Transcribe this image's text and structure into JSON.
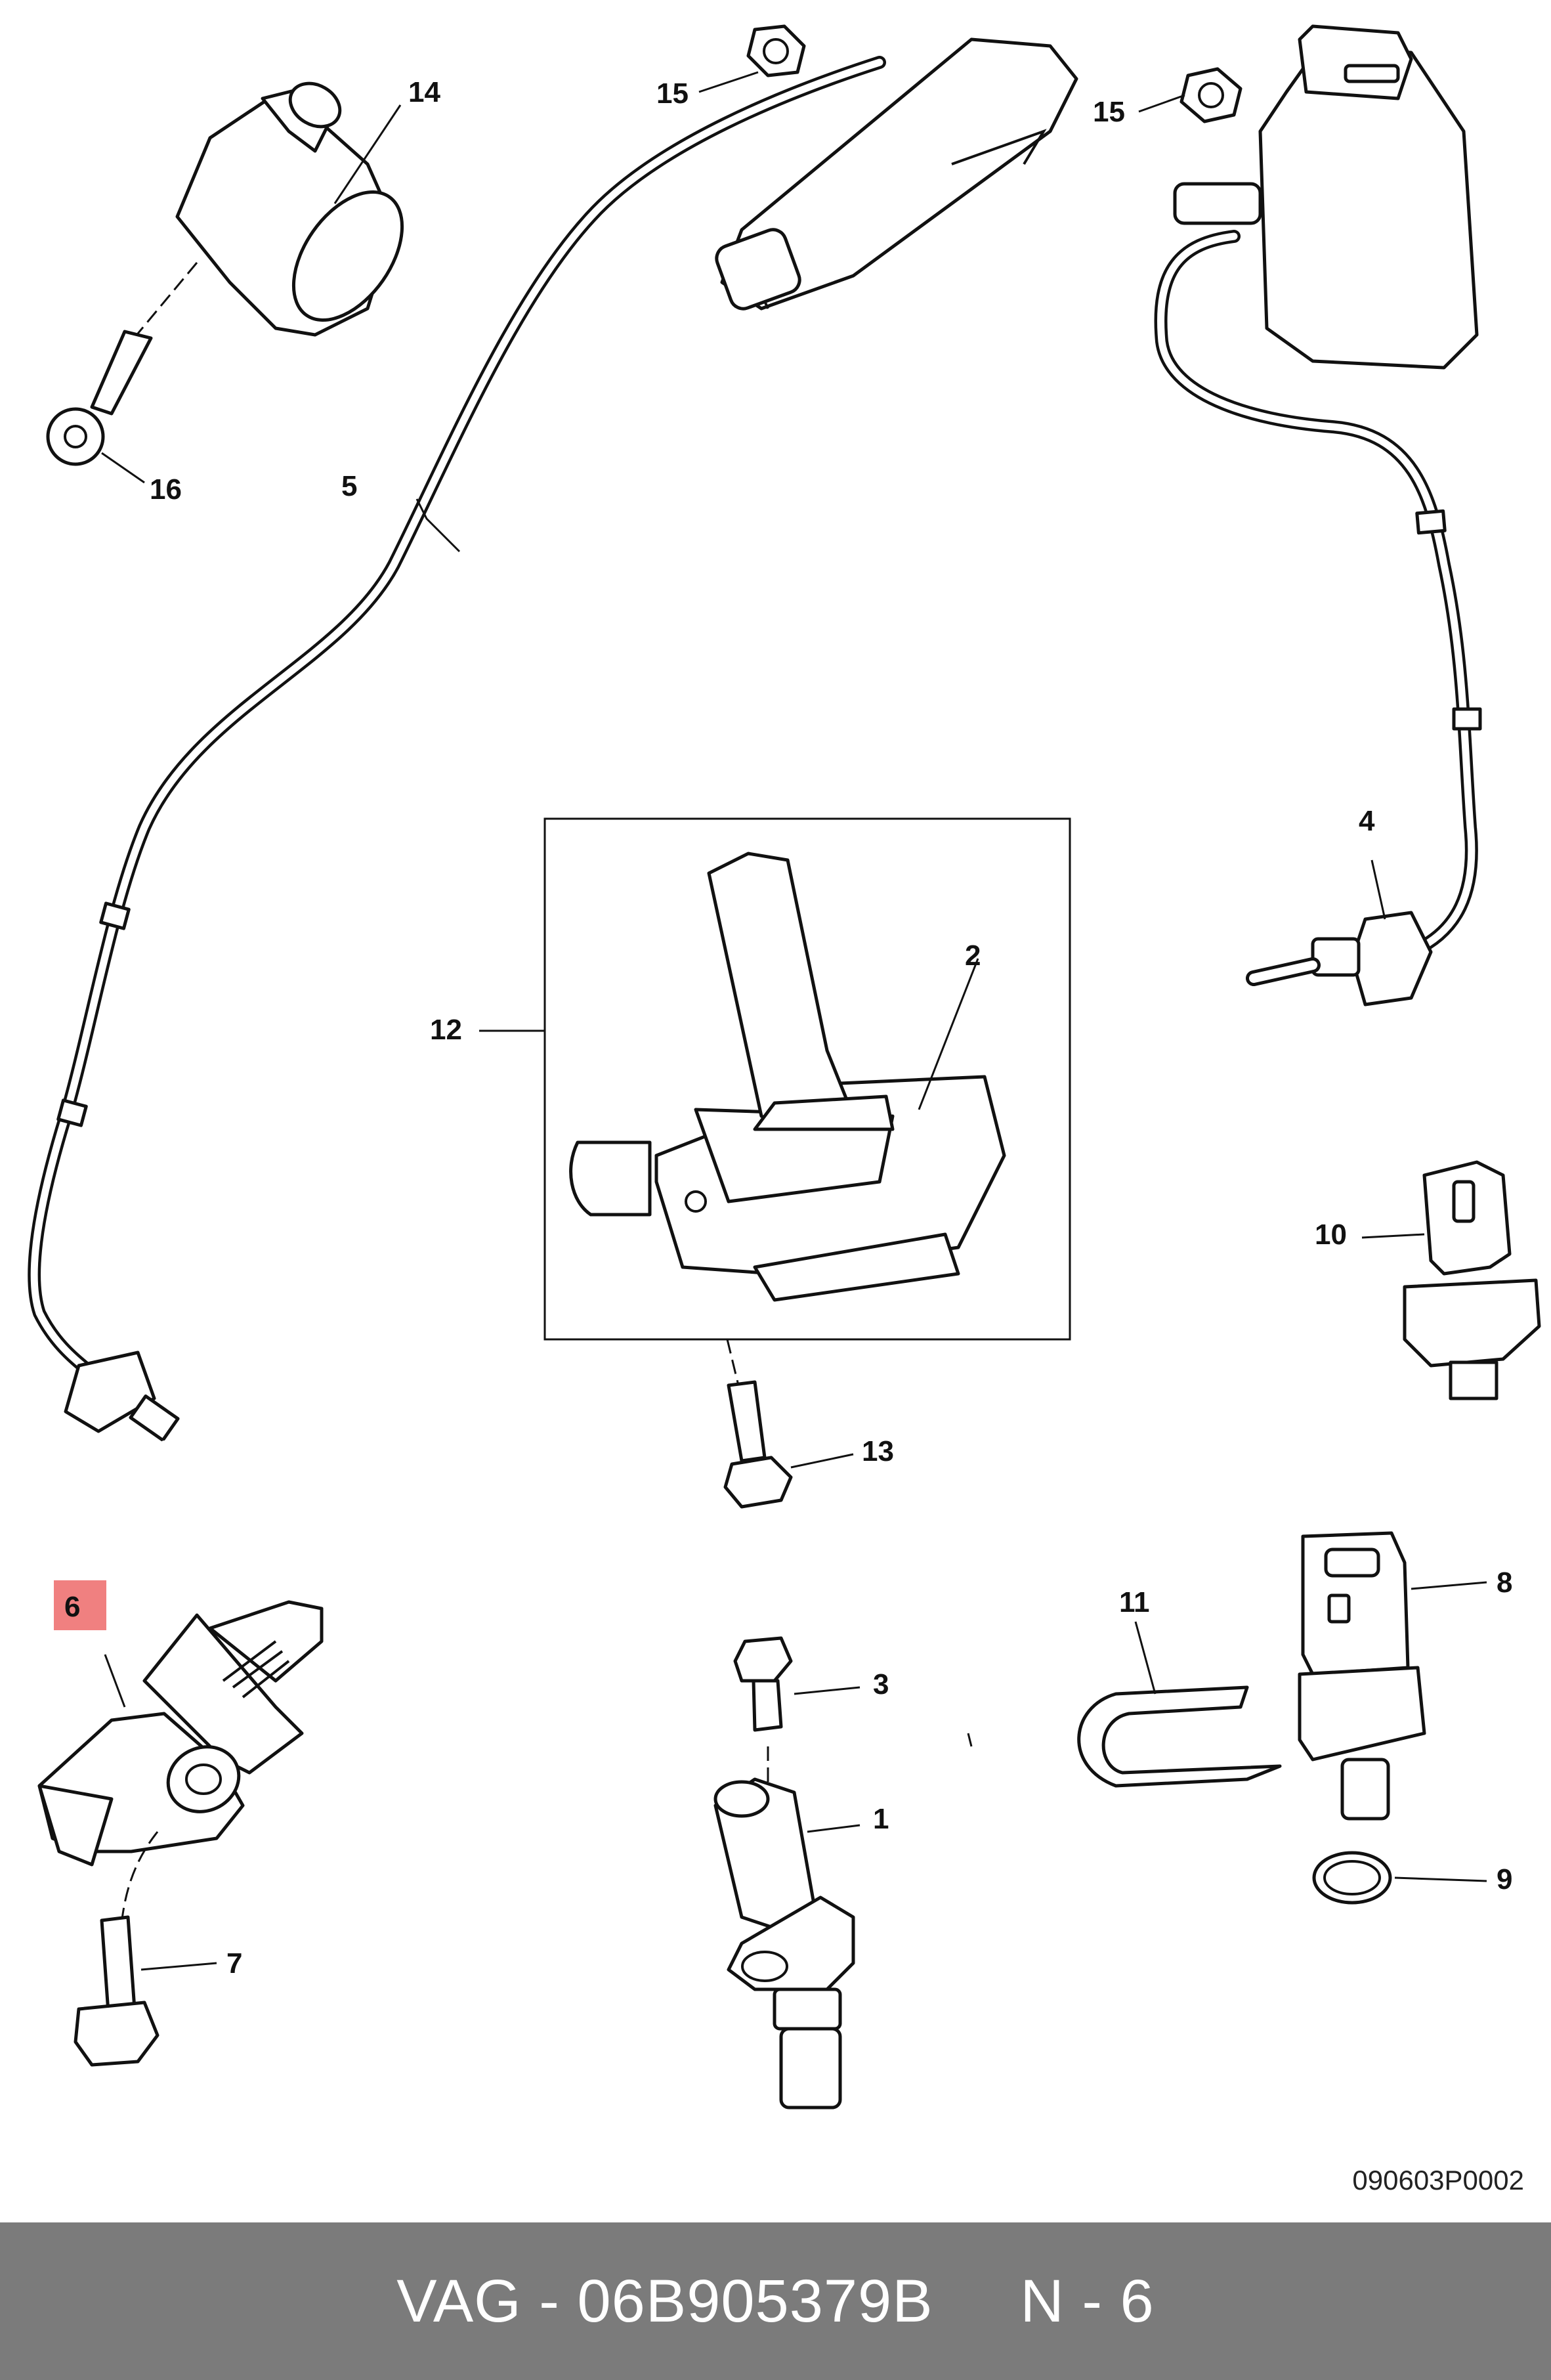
{
  "diagram": {
    "callouts": {
      "c1": "1",
      "c2": "2",
      "c3": "3",
      "c4": "4",
      "c5": "5",
      "c6": "6",
      "c7": "7",
      "c8": "8",
      "c9": "9",
      "c10": "10",
      "c11": "11",
      "c12": "12",
      "c13": "13",
      "c14": "14",
      "c15a": "15",
      "c15b": "15",
      "c16": "16"
    },
    "highlighted_callout": "6",
    "highlight_color": "#f08080",
    "reference_code": "090603P0002"
  },
  "footer": {
    "brand": "VAG",
    "separator": " - ",
    "part_number": "06B905379B",
    "position": "N - 6",
    "text": "VAG - 06B905379B     N - 6",
    "background_color": "#7b7b7b"
  }
}
